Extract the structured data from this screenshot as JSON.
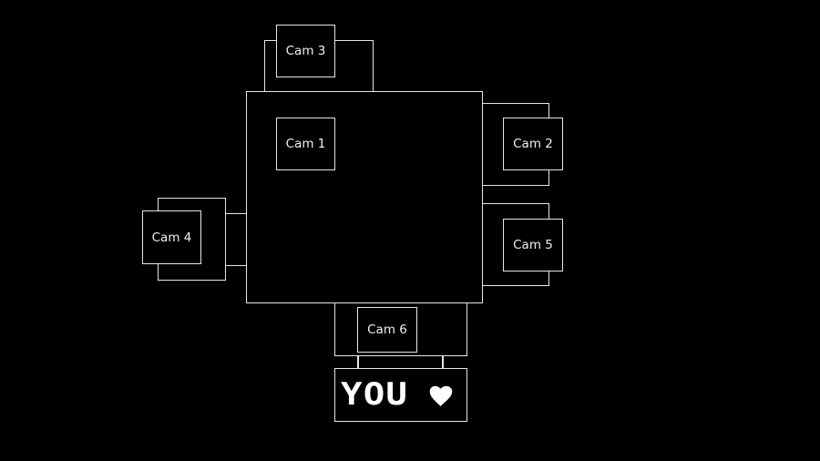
{
  "map": {
    "cameras": [
      {
        "id": "cam1",
        "label": "Cam 1"
      },
      {
        "id": "cam2",
        "label": "Cam 2"
      },
      {
        "id": "cam3",
        "label": "Cam 3"
      },
      {
        "id": "cam4",
        "label": "Cam 4"
      },
      {
        "id": "cam5",
        "label": "Cam 5"
      },
      {
        "id": "cam6",
        "label": "Cam 6"
      }
    ],
    "player_marker": {
      "text": "YOU",
      "icon": "heart-icon"
    }
  },
  "colors": {
    "background": "#000000",
    "lines": "#e6e6e6"
  }
}
